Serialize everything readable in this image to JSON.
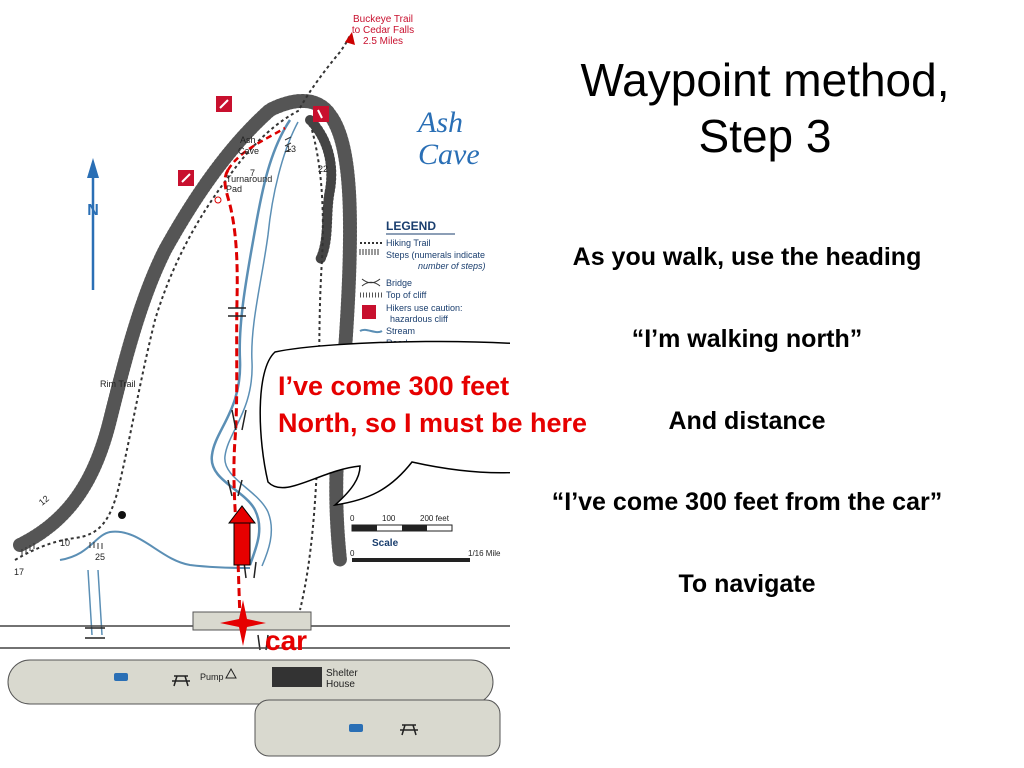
{
  "slide": {
    "title_line1": "Waypoint method,",
    "title_line2": "Step 3",
    "lines": [
      "As you walk, use the heading",
      "“I’m walking north”",
      "And distance",
      "“I’ve come 300 feet from the car”",
      "To navigate"
    ],
    "callout": "I’ve come 300 feet North, so I must be here",
    "car_label": "car",
    "accent_color": "#e60000"
  },
  "map": {
    "trail_note": [
      "Buckeye Trail",
      "to Cedar Falls",
      "2.5 Miles"
    ],
    "title": [
      "Ash",
      "Cave"
    ],
    "ash_cave_label": [
      "Ash",
      "Cave"
    ],
    "turnaround_label": [
      "Turnaround",
      "Pad"
    ],
    "rim_trail_label": "Rim Trail",
    "step_counts": [
      "13",
      "7",
      "22",
      "12",
      "10",
      "25",
      "17"
    ],
    "north_letter": "N",
    "legend": {
      "title": "LEGEND",
      "items": [
        "Hiking Trail",
        "Steps (numerals indicate",
        "number of steps)",
        "Bridge",
        "Top of cliff",
        "Hikers use caution:",
        "hazardous cliff",
        "Stream",
        "Road"
      ]
    },
    "scale": {
      "label": "Scale",
      "feet_ticks": [
        "0",
        "100",
        "200 feet"
      ],
      "mile_ticks": [
        "0",
        "1/16 Mile"
      ]
    },
    "pump_label": "Pump",
    "shelter_label": [
      "Shelter",
      "House"
    ]
  }
}
